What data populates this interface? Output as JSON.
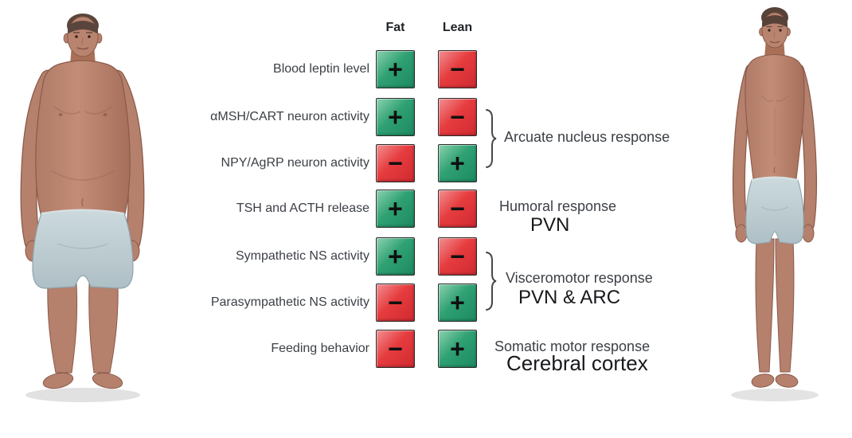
{
  "colors": {
    "pos": "#2fa173",
    "pos-light": "#8bd2ae",
    "pos-dark": "#1d8a61",
    "neg": "#e63c3f",
    "neg-light": "#f28f91",
    "neg-dark": "#cf2a30",
    "text": "#3c4046",
    "sub-text": "#17191c"
  },
  "columns": {
    "fat": "Fat",
    "lean": "Lean"
  },
  "table": {
    "rows": [
      {
        "label": "Blood leptin level",
        "fat": "+",
        "lean": "−"
      },
      {
        "label": "αMSH/CART neuron activity",
        "fat": "+",
        "lean": "−"
      },
      {
        "label": "NPY/AgRP neuron activity",
        "fat": "−",
        "lean": "+"
      },
      {
        "label": "TSH and ACTH release",
        "fat": "+",
        "lean": "−"
      },
      {
        "label": "Sympathetic NS activity",
        "fat": "+",
        "lean": "−"
      },
      {
        "label": "Parasympathetic NS activity",
        "fat": "−",
        "lean": "+"
      },
      {
        "label": "Feeding behavior",
        "fat": "−",
        "lean": "+"
      }
    ]
  },
  "annotations": {
    "arcuate": {
      "title": "Arcuate nucleus response"
    },
    "humoral": {
      "title": "Humoral response",
      "subtitle": "PVN"
    },
    "visceromotor": {
      "title": "Visceromotor response",
      "subtitle": "PVN & ARC"
    },
    "somatic": {
      "title": "Somatic motor response",
      "subtitle": "Cerebral cortex"
    }
  },
  "figures": {
    "left": "obese-man",
    "right": "lean-man"
  }
}
